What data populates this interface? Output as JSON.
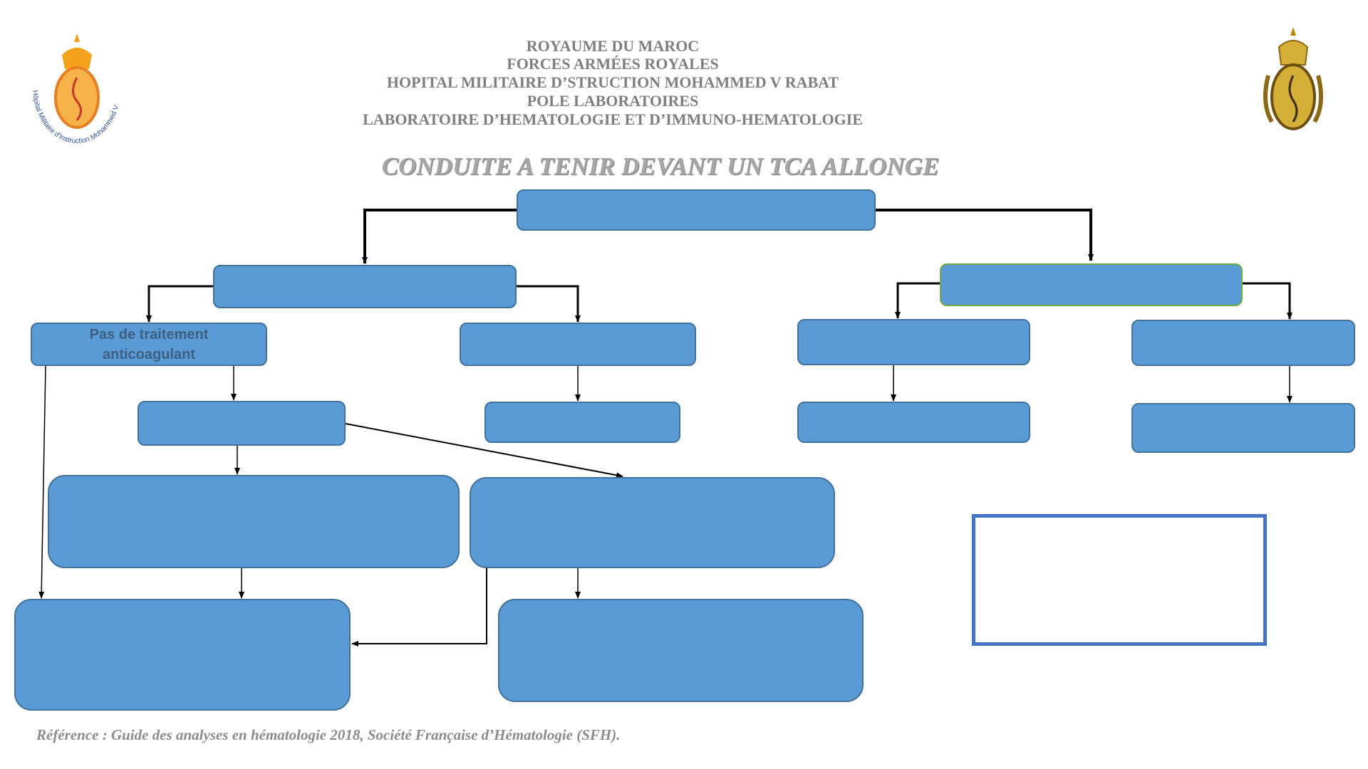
{
  "header": {
    "lines": [
      "ROYAUME DU MAROC",
      "FORCES ARMÉES ROYALES",
      "HOPITAL MILITAIRE D’STRUCTION MOHAMMED V RABAT",
      "POLE LABORATOIRES",
      "LABORATOIRE D’HEMATOLOGIE ET D’IMMUNO-HEMATOLOGIE"
    ],
    "left_logo_text": "Hôpital Militaire d'Instruction Mohammed V",
    "title": "CONDUITE A TENIR DEVANT UN TCA ALLONGE"
  },
  "flowchart": {
    "no_anticoag_label": "Pas de traitement anticoagulant"
  },
  "reference": "Référence : Guide des analyses en hématologie 2018, Société Française d’Hématologie (SFH).",
  "colors": {
    "box_fill": "#5b9bd5",
    "box_border": "#41719c",
    "note_border": "#4472c4",
    "header_text": "#7f7f7f"
  }
}
